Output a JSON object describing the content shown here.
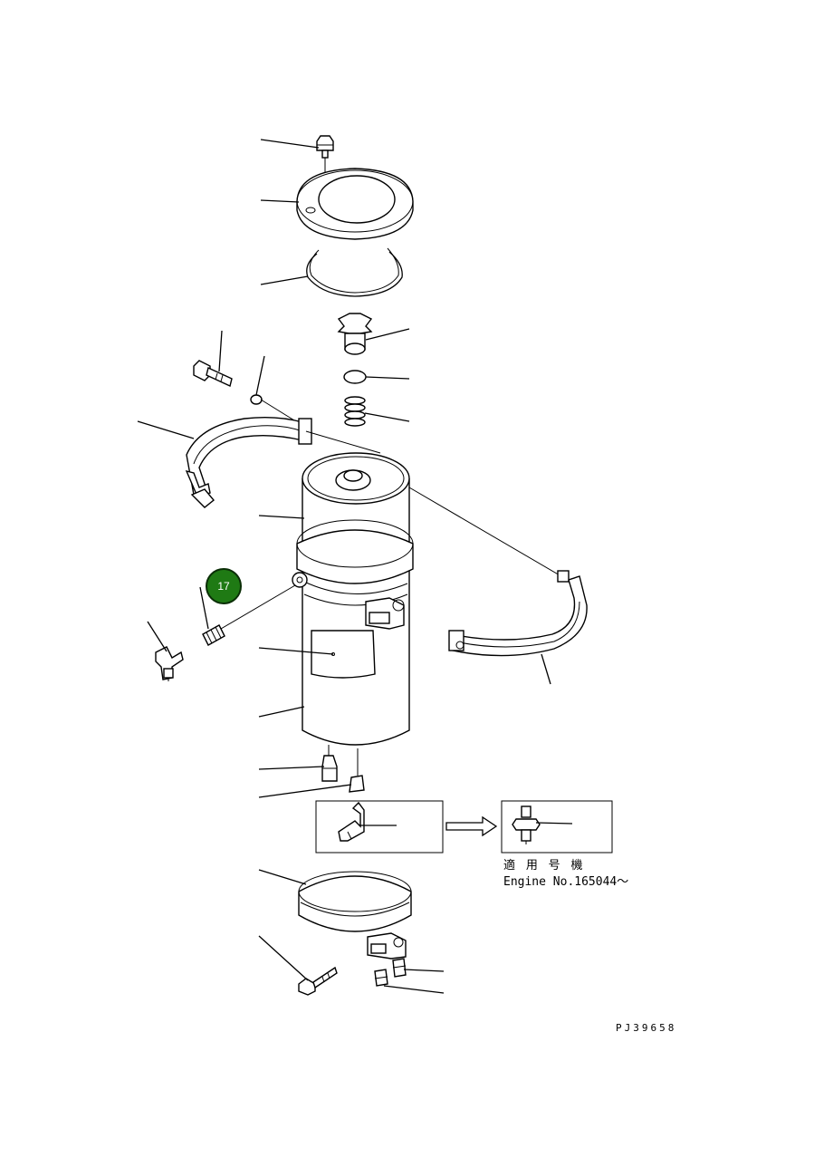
{
  "callout": {
    "number": "17",
    "color": "#1f7a14",
    "ring_color": "#0a2e06"
  },
  "note": {
    "applicable_label": "適 用 号 機",
    "engine_label": "Engine No.165044〜"
  },
  "drawing_code": "PJ39658"
}
